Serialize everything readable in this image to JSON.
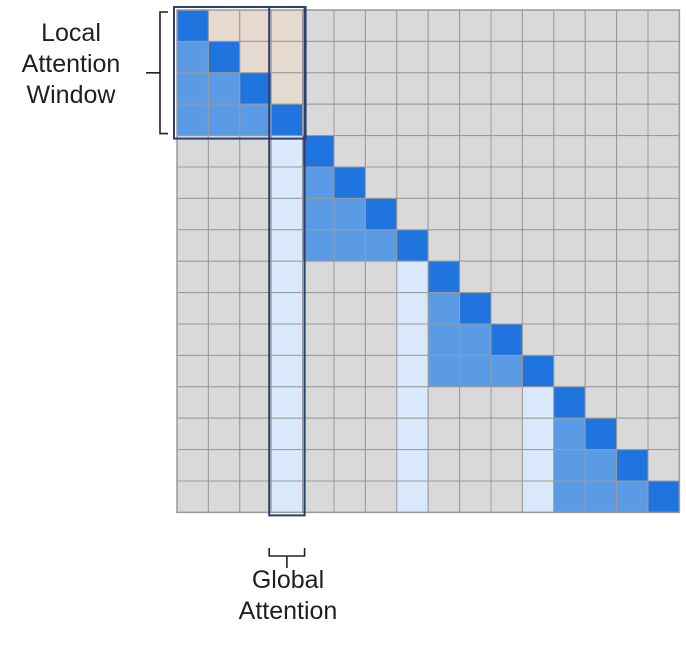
{
  "labels": {
    "local_attention_window": [
      "Local",
      "Attention",
      "Window"
    ],
    "global_attention": [
      "Global",
      "Attention"
    ]
  },
  "matrix": {
    "size": 16,
    "local_window_size": 4,
    "global_token_index": 3
  },
  "colors": {
    "background": "#ffffff",
    "cell_off": "#d9d9d9",
    "grid_line": "#9a9a9a",
    "diagonal": "#1f74e0",
    "local_window": "#5b9be6",
    "global": "#d9e8fb",
    "highlight_box": "#2f3f6b",
    "highlight_fill": "#e6d9cf"
  }
}
